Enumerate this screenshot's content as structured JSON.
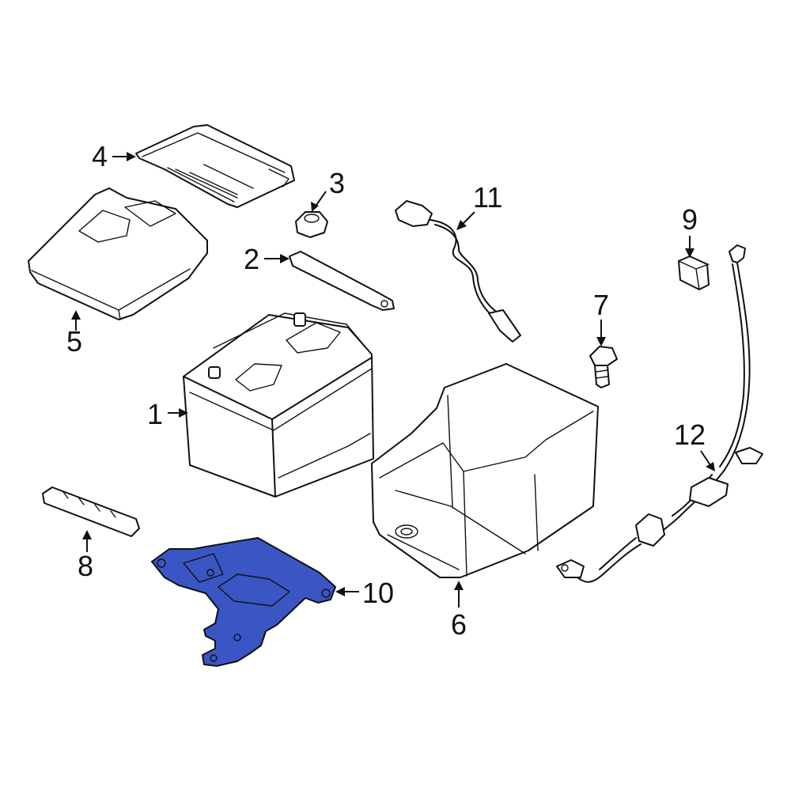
{
  "callouts": {
    "c1": "1",
    "c2": "2",
    "c3": "3",
    "c4": "4",
    "c5": "5",
    "c6": "6",
    "c7": "7",
    "c8": "8",
    "c9": "9",
    "c10": "10",
    "c11": "11",
    "c12": "12"
  },
  "colors": {
    "highlight": "#3a56c4",
    "outline": "#111111",
    "background": "#ffffff"
  }
}
